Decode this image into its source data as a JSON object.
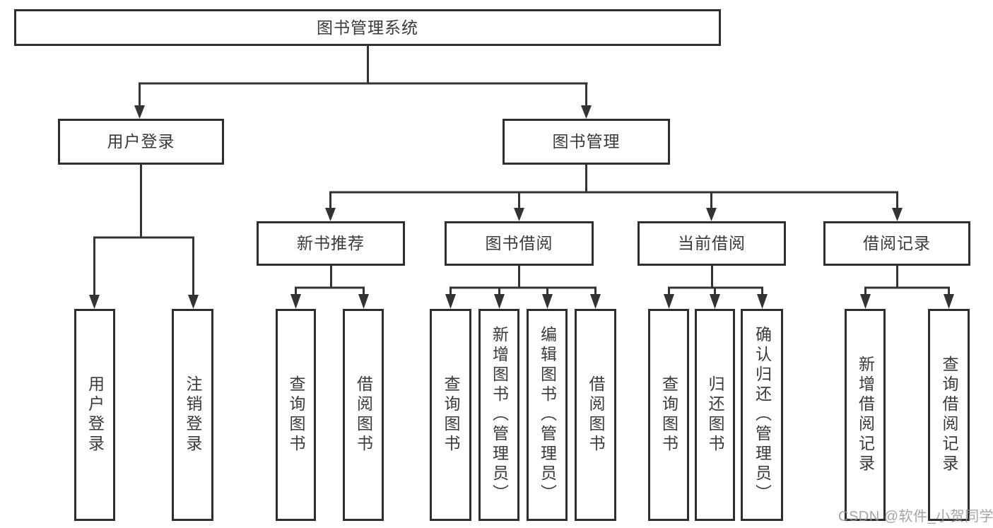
{
  "tree": {
    "root": "图书管理系统",
    "branches": [
      {
        "label": "用户登录",
        "leaves": [
          "用户登录",
          "注销登录"
        ]
      },
      {
        "label": "图书管理",
        "groups": [
          {
            "label": "新书推荐",
            "leaves": [
              "查询图书",
              "借阅图书"
            ]
          },
          {
            "label": "图书借阅",
            "leaves": [
              "查询图书",
              "新增图书（管理员）",
              "编辑图书（管理员）",
              "借阅图书"
            ]
          },
          {
            "label": "当前借阅",
            "leaves": [
              "查询图书",
              "归还图书",
              "确认归还（管理员）"
            ]
          },
          {
            "label": "借阅记录",
            "leaves": [
              "新增借阅记录",
              "查询借阅记录"
            ]
          }
        ]
      }
    ]
  },
  "watermark": "CSDN @软件_小贺同学",
  "colors": {
    "line": "#333333",
    "box_border": "#2e2e2e",
    "text": "#3a3a3a",
    "watermark": "#949494",
    "background": "#ffffff"
  }
}
